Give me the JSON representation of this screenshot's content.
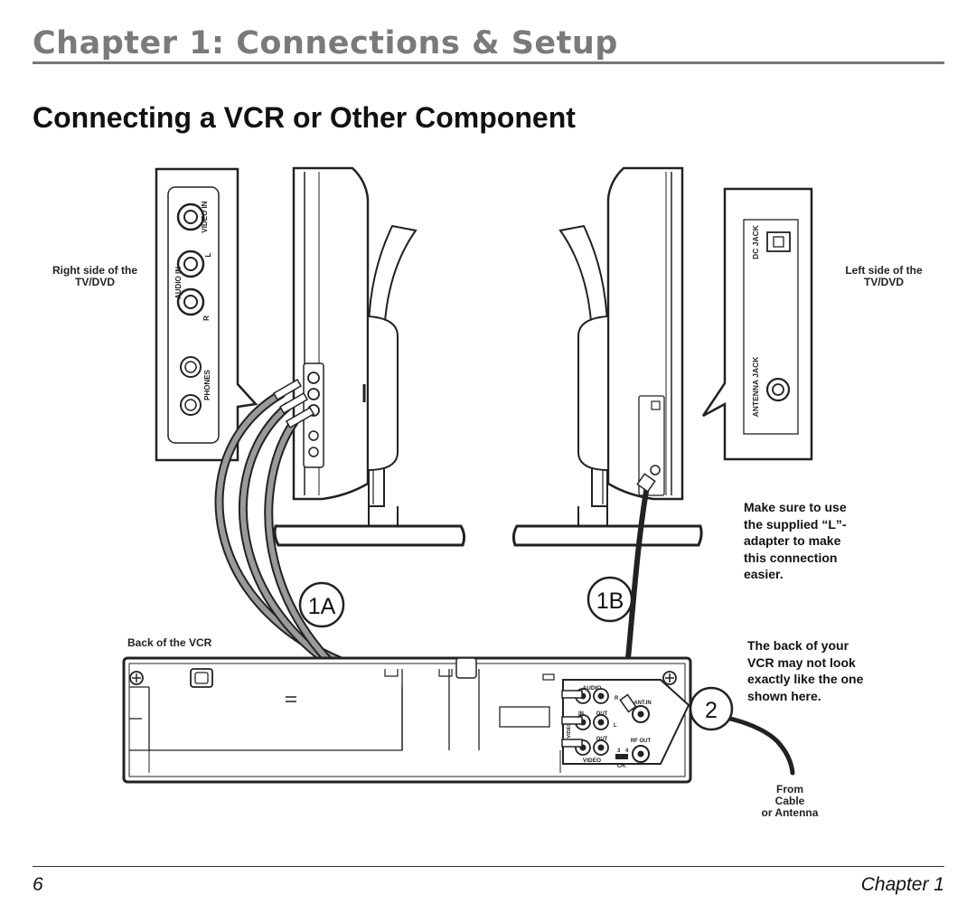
{
  "header": {
    "chapter_title": "Chapter 1: Connections & Setup"
  },
  "section": {
    "title": "Connecting a VCR or Other Component"
  },
  "labels": {
    "right_side_line1": "Right side of the",
    "right_side_line2": "TV/DVD",
    "left_side_line1": "Left side of the",
    "left_side_line2": "TV/DVD",
    "back_of_vcr": "Back of the VCR",
    "from_cable_line1": "From Cable",
    "from_cable_line2": "or Antenna",
    "callout_1a": "1A",
    "callout_1b": "1B",
    "callout_2": "2"
  },
  "panel_labels": {
    "video_in": "VIDEO IN",
    "audio_in": "AUDIO IN",
    "l": "L",
    "r": "R",
    "phones": "PHONES",
    "dc_jack": "DC JACK",
    "antenna_jack": "ANTENNA JACK"
  },
  "vcr_labels": {
    "audio": "AUDIO",
    "in": "IN",
    "out": "OUT",
    "r": "R",
    "l": "L",
    "video": "VIDEO",
    "ant_in": "ANT.IN",
    "rf_out": "RF OUT",
    "ch": "CH.",
    "ch3": "3",
    "ch4": "4"
  },
  "notes": {
    "l_adapter": [
      "Make sure to use",
      "the supplied “L”-",
      "adapter to make",
      "this connection",
      "easier."
    ],
    "vcr_disclaimer": [
      "The back of your",
      "VCR may not look",
      "exactly like the one",
      "shown here."
    ]
  },
  "footer": {
    "page_number": "6",
    "chapter_label": "Chapter 1"
  }
}
